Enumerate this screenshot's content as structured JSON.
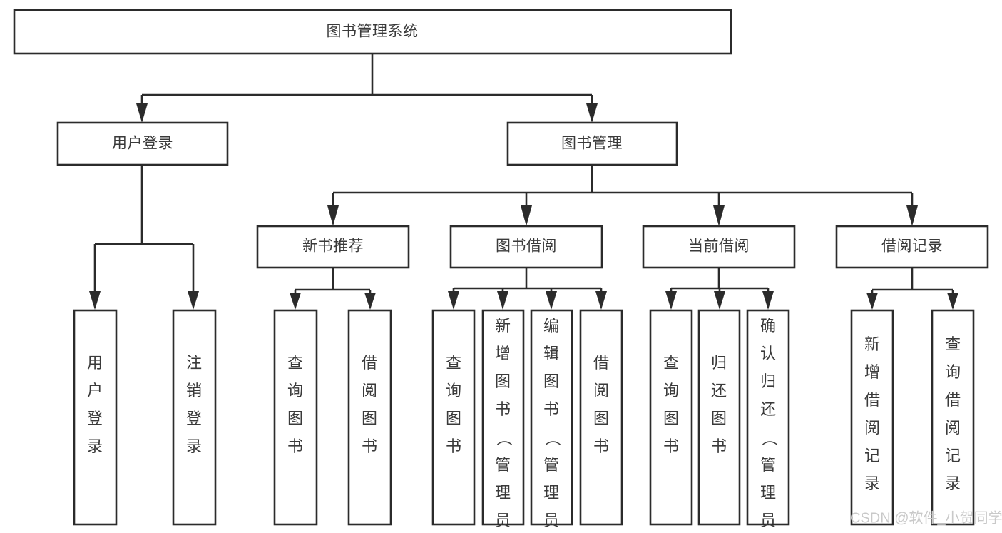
{
  "diagram": {
    "type": "tree",
    "title": "图书管理系统",
    "background_color": "#ffffff",
    "line_color": "#2b2b2b",
    "text_color": "#3a3a3a",
    "root": {
      "id": "root",
      "label": "图书管理系统",
      "orientation": "horizontal"
    },
    "level2": [
      {
        "id": "user-login",
        "label": "用户登录",
        "orientation": "horizontal"
      },
      {
        "id": "book-manage",
        "label": "图书管理",
        "orientation": "horizontal"
      }
    ],
    "level3": [
      {
        "id": "new-book-recommend",
        "label": "新书推荐",
        "orientation": "horizontal",
        "parent": "book-manage"
      },
      {
        "id": "book-borrow",
        "label": "图书借阅",
        "orientation": "horizontal",
        "parent": "book-manage"
      },
      {
        "id": "current-borrow",
        "label": "当前借阅",
        "orientation": "horizontal",
        "parent": "book-manage"
      },
      {
        "id": "borrow-record",
        "label": "借阅记录",
        "orientation": "horizontal",
        "parent": "book-manage"
      }
    ],
    "leaves": [
      {
        "id": "leaf-user-login",
        "label": "用户登录",
        "orientation": "vertical",
        "parent": "user-login"
      },
      {
        "id": "leaf-user-logout",
        "label": "注销登录",
        "orientation": "vertical",
        "parent": "user-login"
      },
      {
        "id": "leaf-query-book-1",
        "label": "查询图书",
        "orientation": "vertical",
        "parent": "new-book-recommend"
      },
      {
        "id": "leaf-borrow-book-1",
        "label": "借阅图书",
        "orientation": "vertical",
        "parent": "new-book-recommend"
      },
      {
        "id": "leaf-query-book-2",
        "label": "查询图书",
        "orientation": "vertical",
        "parent": "book-borrow"
      },
      {
        "id": "leaf-add-book",
        "label": "新增图书（管理员）",
        "orientation": "vertical",
        "parent": "book-borrow"
      },
      {
        "id": "leaf-edit-book",
        "label": "编辑图书（管理员）",
        "orientation": "vertical",
        "parent": "book-borrow"
      },
      {
        "id": "leaf-borrow-book-2",
        "label": "借阅图书",
        "orientation": "vertical",
        "parent": "book-borrow"
      },
      {
        "id": "leaf-query-book-3",
        "label": "查询图书",
        "orientation": "vertical",
        "parent": "current-borrow"
      },
      {
        "id": "leaf-return-book",
        "label": "归还图书",
        "orientation": "vertical",
        "parent": "current-borrow"
      },
      {
        "id": "leaf-confirm-return",
        "label": "确认归还（管理员）",
        "orientation": "vertical",
        "parent": "current-borrow"
      },
      {
        "id": "leaf-add-record",
        "label": "新增借阅记录",
        "orientation": "vertical",
        "parent": "borrow-record"
      },
      {
        "id": "leaf-query-record",
        "label": "查询借阅记录",
        "orientation": "vertical",
        "parent": "borrow-record"
      }
    ]
  },
  "watermark": {
    "text": "CSDN @软件_小贺同学",
    "color": "#c9c9c9"
  }
}
